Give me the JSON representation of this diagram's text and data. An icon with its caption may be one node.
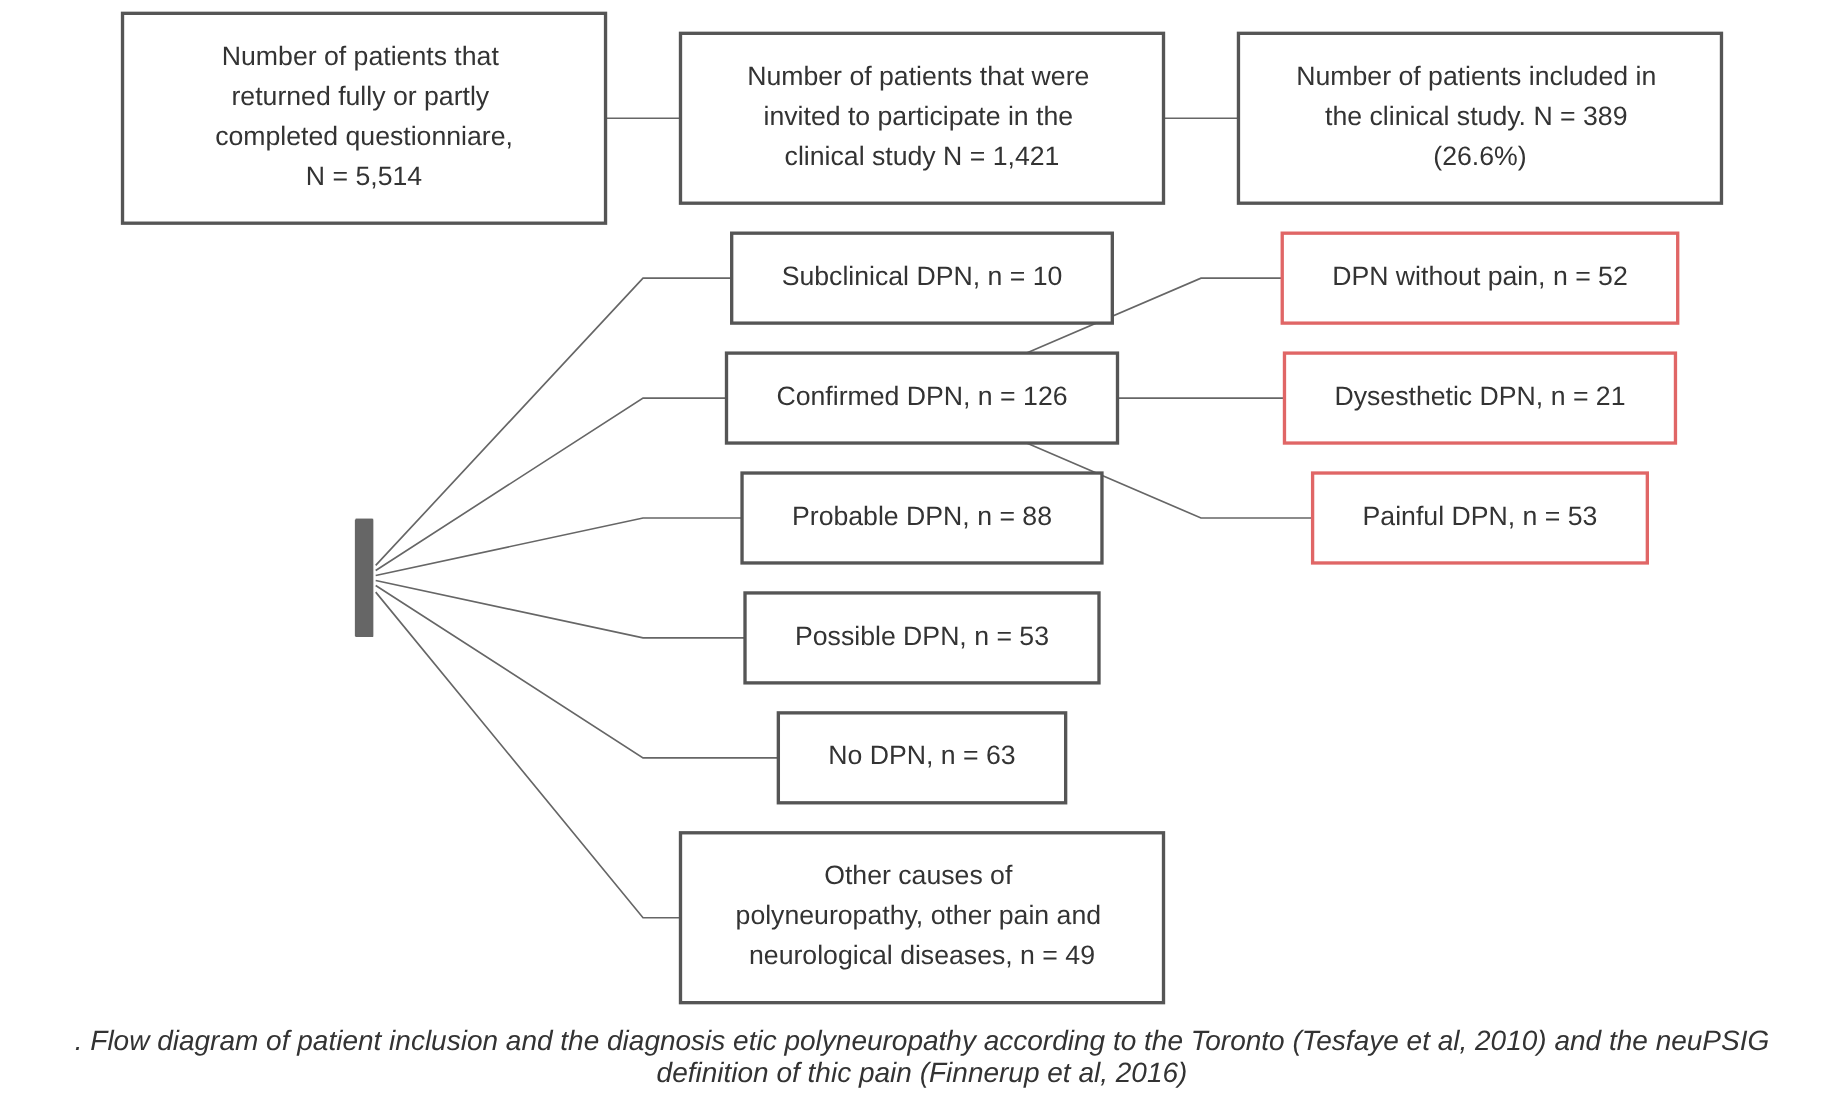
{
  "diagram": {
    "caption": ". Flow diagram of patient inclusion and the diagnosis etic polyneuropathy according to the Toronto (Tesfaye et al, 2010) and the neuPSIG definition of thic pain (Finnerup et al, 2016)",
    "nodes": [
      {
        "text": [
          "Number of patients that returned fully or partly completed questionniare,",
          "N = 5,514"
        ]
      },
      {
        "text": [
          "Number of patients that were invited to participate in the clinical study N = 1,421"
        ]
      },
      {
        "text": [
          "Number of patients included in the clinical study. N = 389 (26.6%)"
        ]
      },
      {
        "text": [],
        "shape": "bar"
      },
      {
        "text": [
          "Subclinical DPN, n = 10"
        ]
      },
      {
        "text": [
          "Confirmed DPN, n = 126"
        ]
      },
      {
        "text": [
          "DPN without pain, n = 52"
        ]
      },
      {
        "text": [
          "Dysesthetic DPN, n = 21"
        ]
      },
      {
        "text": [
          "Painful DPN, n = 53"
        ]
      },
      {
        "text": [
          "Probable DPN, n = 88"
        ]
      },
      {
        "text": [
          "Possible DPN, n = 53"
        ]
      },
      {
        "text": [
          "No DPN, n = 63"
        ]
      },
      {
        "text": [
          "Other causes of polyneuropathy, other pain and neurological diseases, n = 49"
        ]
      }
    ],
    "edges": [
      {
        "from": 0,
        "to": 1,
        "arrow": "none"
      },
      {
        "from": 1,
        "to": 2,
        "arrow": "none"
      },
      {
        "from": 3,
        "to": 4,
        "arrow": "none"
      },
      {
        "from": 3,
        "to": 5,
        "arrow": "none"
      },
      {
        "from": 3,
        "to": 9,
        "arrow": "none"
      },
      {
        "from": 3,
        "to": 10,
        "arrow": "none"
      },
      {
        "from": 3,
        "to": 11,
        "arrow": "none"
      },
      {
        "from": 3,
        "to": 12,
        "arrow": "none"
      },
      {
        "from": 5,
        "to": 6,
        "arrow": "none"
      },
      {
        "from": 5,
        "to": 7,
        "arrow": "none"
      },
      {
        "from": 5,
        "to": 8,
        "arrow": "none"
      }
    ]
  }
}
